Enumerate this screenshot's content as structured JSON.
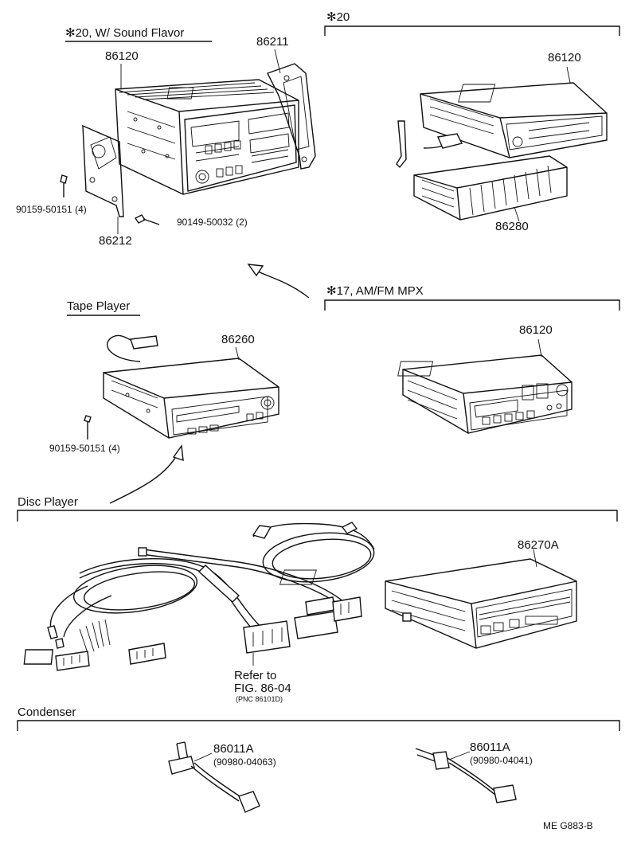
{
  "sections": {
    "sound_flavor": "✻20, W/ Sound Flavor",
    "star20": "✻20",
    "amfm": "✻17, AM/FM MPX",
    "tape": "Tape Player",
    "disc": "Disc Player",
    "condenser": "Condenser"
  },
  "parts": {
    "p86120_a": "86120",
    "p86211": "86211",
    "p86212": "86212",
    "bolt_a": "90159-50151 (4)",
    "bolt_b": "90149-50032 (2)",
    "p86120_b": "86120",
    "p86280": "86280",
    "p86260": "86260",
    "bolt_c": "90159-50151 (4)",
    "p86120_c": "86120",
    "p86270a": "86270A",
    "refer1": "Refer to",
    "refer2": "FIG. 86-04",
    "refer3": "(PNC 86101D)",
    "cond1_pn": "86011A",
    "cond1_sub": "(90980-04063)",
    "cond2_pn": "86011A",
    "cond2_sub": "(90980-04041)"
  },
  "footer": "ME  G883-B"
}
